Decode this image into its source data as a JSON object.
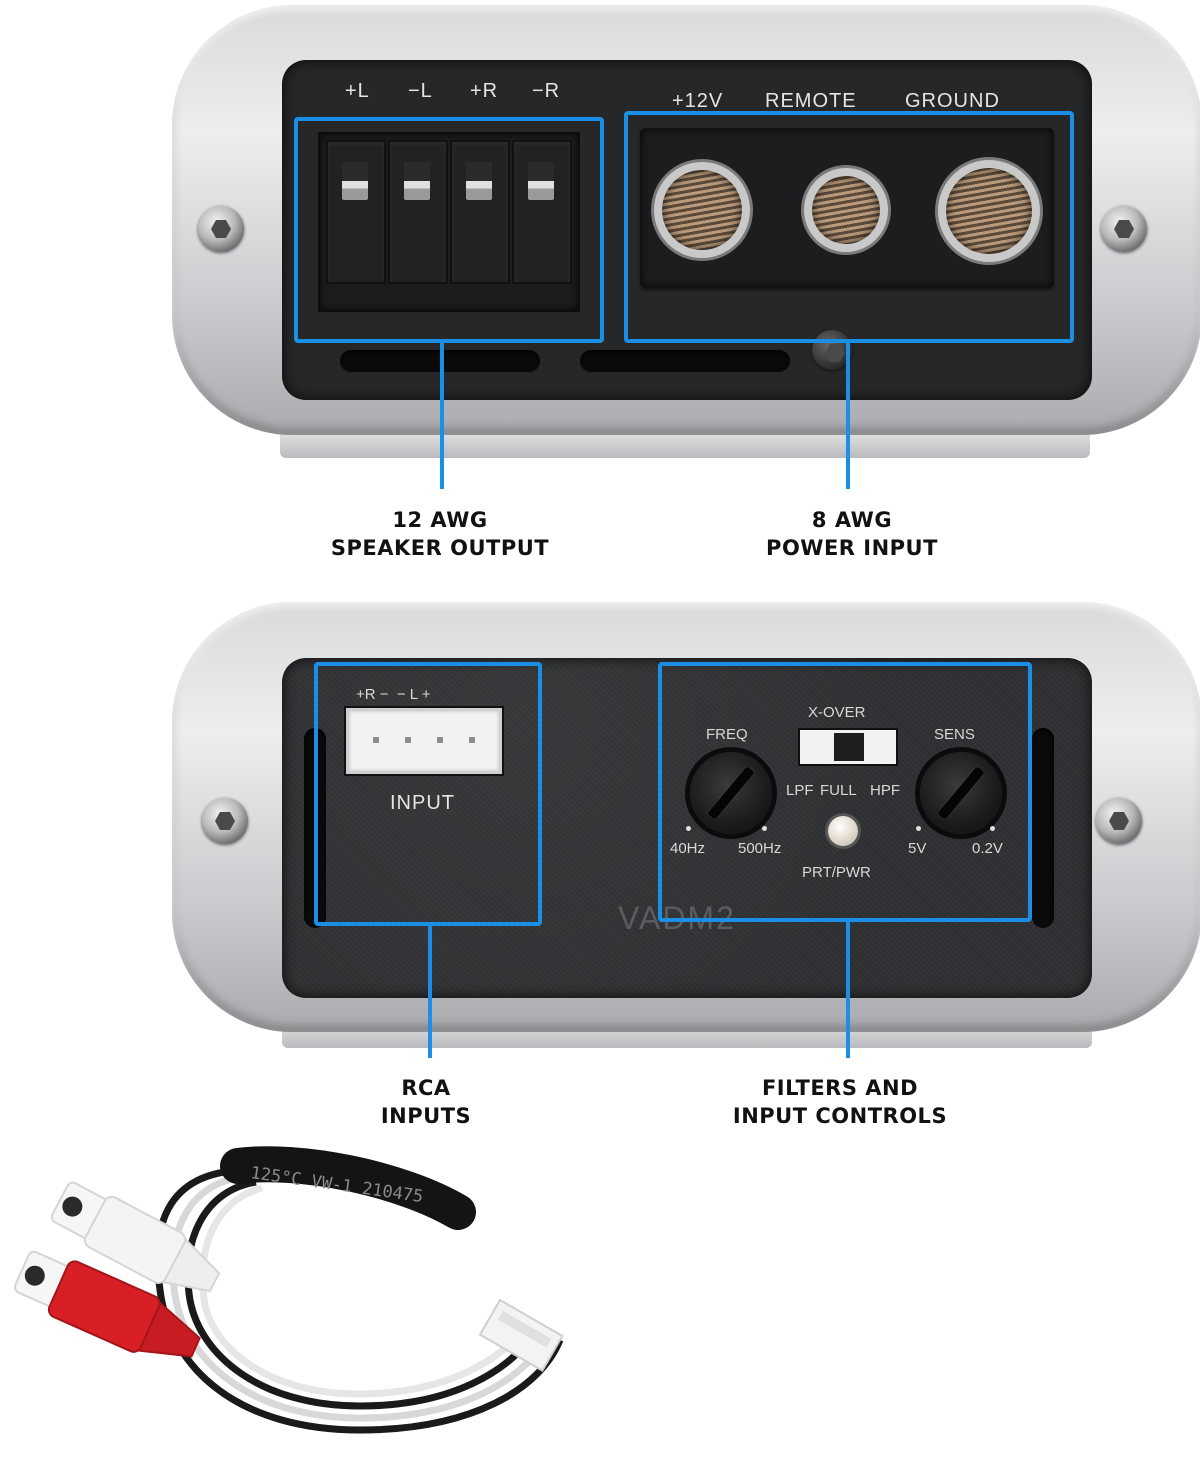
{
  "top_unit": {
    "speaker_terminals": [
      "+L",
      "−L",
      "+R",
      "−R"
    ],
    "power_terminals": [
      "+12V",
      "REMOTE",
      "GROUND"
    ]
  },
  "bottom_unit": {
    "input_pins_label": "+R −  − L +",
    "input_label": "INPUT",
    "xover_label": "X-OVER",
    "freq_label": "FREQ",
    "sens_label": "SENS",
    "xover_positions": [
      "LPF",
      "FULL",
      "HPF"
    ],
    "freq_range": [
      "40Hz",
      "500Hz"
    ],
    "sens_range": [
      "5V",
      "0.2V"
    ],
    "led_label": "PRT/PWR",
    "model": "VADM2"
  },
  "callouts": {
    "speaker_output": [
      "12 AWG",
      "SPEAKER OUTPUT"
    ],
    "power_input": [
      "8 AWG",
      "POWER INPUT"
    ],
    "rca_inputs": [
      "RCA",
      "INPUTS"
    ],
    "filters": [
      "FILTERS AND",
      "INPUT CONTROLS"
    ]
  },
  "cable": {
    "printed_text": "125°C  VW-1  210475"
  },
  "colors": {
    "callout": "#1b8ee6",
    "panel": "#262729",
    "housing": "#d9dadc",
    "rca_red": "#d81f26",
    "rca_white": "#f4f4f4"
  }
}
